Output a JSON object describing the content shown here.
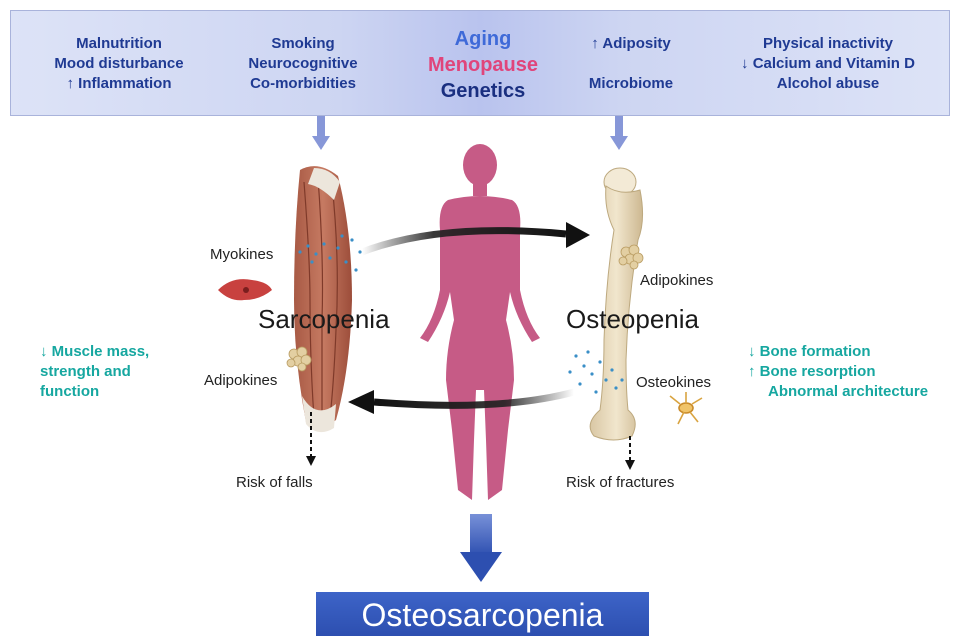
{
  "risk_factors": {
    "col1": [
      "Malnutrition",
      "Mood disturbance",
      "↑ Inflammation"
    ],
    "col2": [
      "Smoking",
      "Neurocognitive",
      "Co-morbidities"
    ],
    "center": {
      "aging": "Aging",
      "menopause": "Menopause",
      "genetics": "Genetics"
    },
    "col4": [
      "↑ Adiposity",
      "Microbiome"
    ],
    "col5": [
      "Physical inactivity",
      "↓ Calcium and Vitamin D",
      "Alcohol abuse"
    ]
  },
  "muscle": {
    "title": "Sarcopenia",
    "myokines": "Myokines",
    "adipokines": "Adipokines",
    "risk": "Risk of falls",
    "effects": [
      "↓ Muscle mass,",
      "strength and",
      "function"
    ]
  },
  "bone": {
    "title": "Osteopenia",
    "adipokines": "Adipokines",
    "osteokines": "Osteokines",
    "risk": "Risk of fractures",
    "effects": [
      "↓ Bone formation",
      "↑ Bone resorption",
      "Abnormal architecture"
    ]
  },
  "result": "Osteosarcopenia",
  "colors": {
    "factor_text": "#1f3a93",
    "aging": "#3f6ad8",
    "menopause": "#e0457b",
    "genetics": "#1a2f80",
    "effects_text": "#16a7a0",
    "body": "#c65b86",
    "result_box": "#2d4fb0"
  }
}
